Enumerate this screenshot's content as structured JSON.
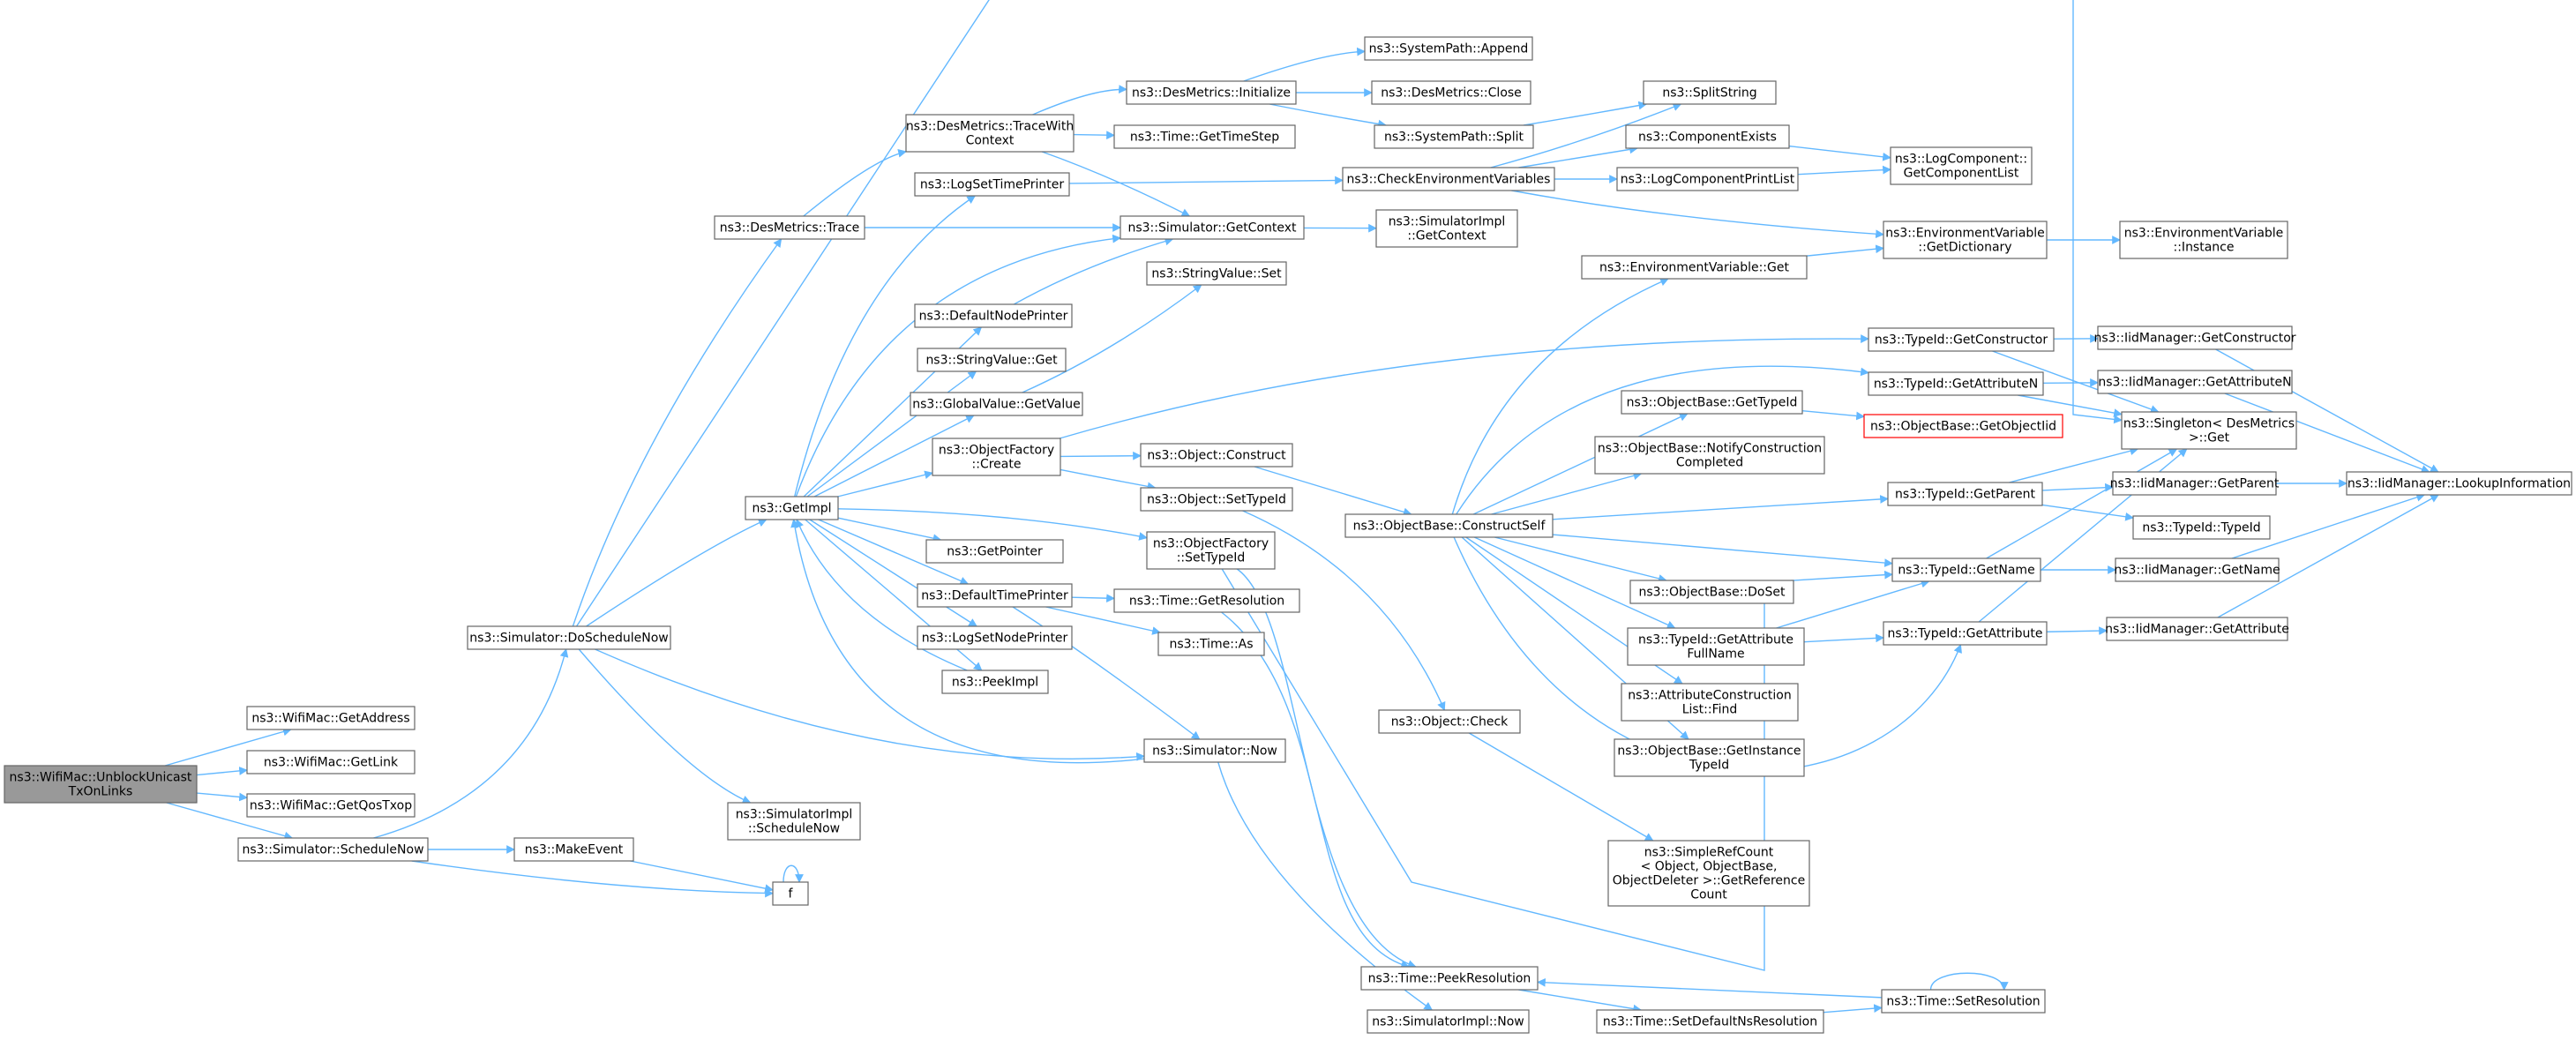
{
  "diagram": {
    "nodes": [
      {
        "id": "root",
        "lines": [
          "ns3::WifiMac::UnblockUnicast",
          "TxOnLinks"
        ],
        "style": "root"
      },
      {
        "id": "getAddress",
        "lines": [
          "ns3::WifiMac::GetAddress"
        ]
      },
      {
        "id": "getLink",
        "lines": [
          "ns3::WifiMac::GetLink"
        ]
      },
      {
        "id": "getQosTxop",
        "lines": [
          "ns3::WifiMac::GetQosTxop"
        ]
      },
      {
        "id": "scheduleNow",
        "lines": [
          "ns3::Simulator::ScheduleNow"
        ]
      },
      {
        "id": "doScheduleNow",
        "lines": [
          "ns3::Simulator::DoScheduleNow"
        ]
      },
      {
        "id": "makeEvent",
        "lines": [
          "ns3::MakeEvent"
        ]
      },
      {
        "id": "f",
        "lines": [
          "f"
        ]
      },
      {
        "id": "implScheduleNow",
        "lines": [
          "ns3::SimulatorImpl",
          "::ScheduleNow"
        ]
      },
      {
        "id": "desTrace",
        "lines": [
          "ns3::DesMetrics::Trace"
        ]
      },
      {
        "id": "getImpl",
        "lines": [
          "ns3::GetImpl"
        ]
      },
      {
        "id": "traceWithContext",
        "lines": [
          "ns3::DesMetrics::TraceWith",
          "Context"
        ]
      },
      {
        "id": "logSetTimePrinter",
        "lines": [
          "ns3::LogSetTimePrinter"
        ]
      },
      {
        "id": "defaultNodePrinter",
        "lines": [
          "ns3::DefaultNodePrinter"
        ]
      },
      {
        "id": "stringValueGet",
        "lines": [
          "ns3::StringValue::Get"
        ]
      },
      {
        "id": "globalValueGetValue",
        "lines": [
          "ns3::GlobalValue::GetValue"
        ]
      },
      {
        "id": "objectFactoryCreate",
        "lines": [
          "ns3::ObjectFactory",
          "::Create"
        ]
      },
      {
        "id": "getPointer",
        "lines": [
          "ns3::GetPointer"
        ]
      },
      {
        "id": "defaultTimePrinter",
        "lines": [
          "ns3::DefaultTimePrinter"
        ]
      },
      {
        "id": "logSetNodePrinter",
        "lines": [
          "ns3::LogSetNodePrinter"
        ]
      },
      {
        "id": "peekImpl",
        "lines": [
          "ns3::PeekImpl"
        ]
      },
      {
        "id": "desInitialize",
        "lines": [
          "ns3::DesMetrics::Initialize"
        ]
      },
      {
        "id": "getTimeStep",
        "lines": [
          "ns3::Time::GetTimeStep"
        ]
      },
      {
        "id": "getContext",
        "lines": [
          "ns3::Simulator::GetContext"
        ]
      },
      {
        "id": "stringValueSet",
        "lines": [
          "ns3::StringValue::Set"
        ]
      },
      {
        "id": "objectConstruct",
        "lines": [
          "ns3::Object::Construct"
        ]
      },
      {
        "id": "objectSetTypeId",
        "lines": [
          "ns3::Object::SetTypeId"
        ]
      },
      {
        "id": "factorySetTypeId",
        "lines": [
          "ns3::ObjectFactory",
          "::SetTypeId"
        ]
      },
      {
        "id": "getResolution",
        "lines": [
          "ns3::Time::GetResolution"
        ]
      },
      {
        "id": "timeAs",
        "lines": [
          "ns3::Time::As"
        ]
      },
      {
        "id": "simNow",
        "lines": [
          "ns3::Simulator::Now"
        ]
      },
      {
        "id": "systemAppend",
        "lines": [
          "ns3::SystemPath::Append"
        ]
      },
      {
        "id": "desClose",
        "lines": [
          "ns3::DesMetrics::Close"
        ]
      },
      {
        "id": "systemSplit",
        "lines": [
          "ns3::SystemPath::Split"
        ]
      },
      {
        "id": "checkEnvVars",
        "lines": [
          "ns3::CheckEnvironmentVariables"
        ]
      },
      {
        "id": "implGetContext",
        "lines": [
          "ns3::SimulatorImpl",
          "::GetContext"
        ]
      },
      {
        "id": "constructSelf",
        "lines": [
          "ns3::ObjectBase::ConstructSelf"
        ]
      },
      {
        "id": "objectCheck",
        "lines": [
          "ns3::Object::Check"
        ]
      },
      {
        "id": "peekResolution",
        "lines": [
          "ns3::Time::PeekResolution"
        ]
      },
      {
        "id": "implNow",
        "lines": [
          "ns3::SimulatorImpl::Now"
        ]
      },
      {
        "id": "splitString",
        "lines": [
          "ns3::SplitString"
        ]
      },
      {
        "id": "componentExists",
        "lines": [
          "ns3::ComponentExists"
        ]
      },
      {
        "id": "logComponentPrintList",
        "lines": [
          "ns3::LogComponentPrintList"
        ]
      },
      {
        "id": "envVarGet",
        "lines": [
          "ns3::EnvironmentVariable::Get"
        ]
      },
      {
        "id": "objBaseGetTypeId",
        "lines": [
          "ns3::ObjectBase::GetTypeId"
        ]
      },
      {
        "id": "notifyConstruction",
        "lines": [
          "ns3::ObjectBase::NotifyConstruction",
          "Completed"
        ]
      },
      {
        "id": "objBaseDoSet",
        "lines": [
          "ns3::ObjectBase::DoSet"
        ]
      },
      {
        "id": "getAttributeFullName",
        "lines": [
          "ns3::TypeId::GetAttribute",
          "FullName"
        ]
      },
      {
        "id": "attrConstructionFind",
        "lines": [
          "ns3::AttributeConstruction",
          "List::Find"
        ]
      },
      {
        "id": "getInstanceTypeId",
        "lines": [
          "ns3::ObjectBase::GetInstance",
          "TypeId"
        ]
      },
      {
        "id": "simpleRefCount",
        "lines": [
          "ns3::SimpleRefCount",
          "< Object, ObjectBase,",
          "ObjectDeleter >::GetReference",
          "Count"
        ]
      },
      {
        "id": "setDefaultNsResolution",
        "lines": [
          "ns3::Time::SetDefaultNsResolution"
        ]
      },
      {
        "id": "logGetComponentList",
        "lines": [
          "ns3::LogComponent::",
          "GetComponentList"
        ]
      },
      {
        "id": "envVarGetDictionary",
        "lines": [
          "ns3::EnvironmentVariable",
          "::GetDictionary"
        ]
      },
      {
        "id": "typeIdGetConstructor",
        "lines": [
          "ns3::TypeId::GetConstructor"
        ]
      },
      {
        "id": "typeIdGetAttributeN",
        "lines": [
          "ns3::TypeId::GetAttributeN"
        ]
      },
      {
        "id": "getObjectIid",
        "lines": [
          "ns3::ObjectBase::GetObjectIid"
        ],
        "style": "red"
      },
      {
        "id": "typeIdGetParent",
        "lines": [
          "ns3::TypeId::GetParent"
        ]
      },
      {
        "id": "typeIdGetName",
        "lines": [
          "ns3::TypeId::GetName"
        ]
      },
      {
        "id": "typeIdGetAttribute",
        "lines": [
          "ns3::TypeId::GetAttribute"
        ]
      },
      {
        "id": "timeSetResolution",
        "lines": [
          "ns3::Time::SetResolution"
        ]
      },
      {
        "id": "envVarInstance",
        "lines": [
          "ns3::EnvironmentVariable",
          "::Instance"
        ]
      },
      {
        "id": "iidGetConstructor",
        "lines": [
          "ns3::IidManager::GetConstructor"
        ]
      },
      {
        "id": "iidGetAttributeN",
        "lines": [
          "ns3::IidManager::GetAttributeN"
        ]
      },
      {
        "id": "singletonGet",
        "lines": [
          "ns3::Singleton< DesMetrics",
          ">::Get"
        ]
      },
      {
        "id": "iidGetParent",
        "lines": [
          "ns3::IidManager::GetParent"
        ]
      },
      {
        "id": "typeIdTypeId",
        "lines": [
          "ns3::TypeId::TypeId"
        ]
      },
      {
        "id": "iidGetName",
        "lines": [
          "ns3::IidManager::GetName"
        ]
      },
      {
        "id": "iidGetAttribute",
        "lines": [
          "ns3::IidManager::GetAttribute"
        ]
      },
      {
        "id": "iidLookupInformation",
        "lines": [
          "ns3::IidManager::LookupInformation"
        ]
      }
    ],
    "colors": {
      "edge": "#63b8ff",
      "node_border": "#666666",
      "root_fill": "#999999",
      "red_border": "#ff0000"
    }
  }
}
